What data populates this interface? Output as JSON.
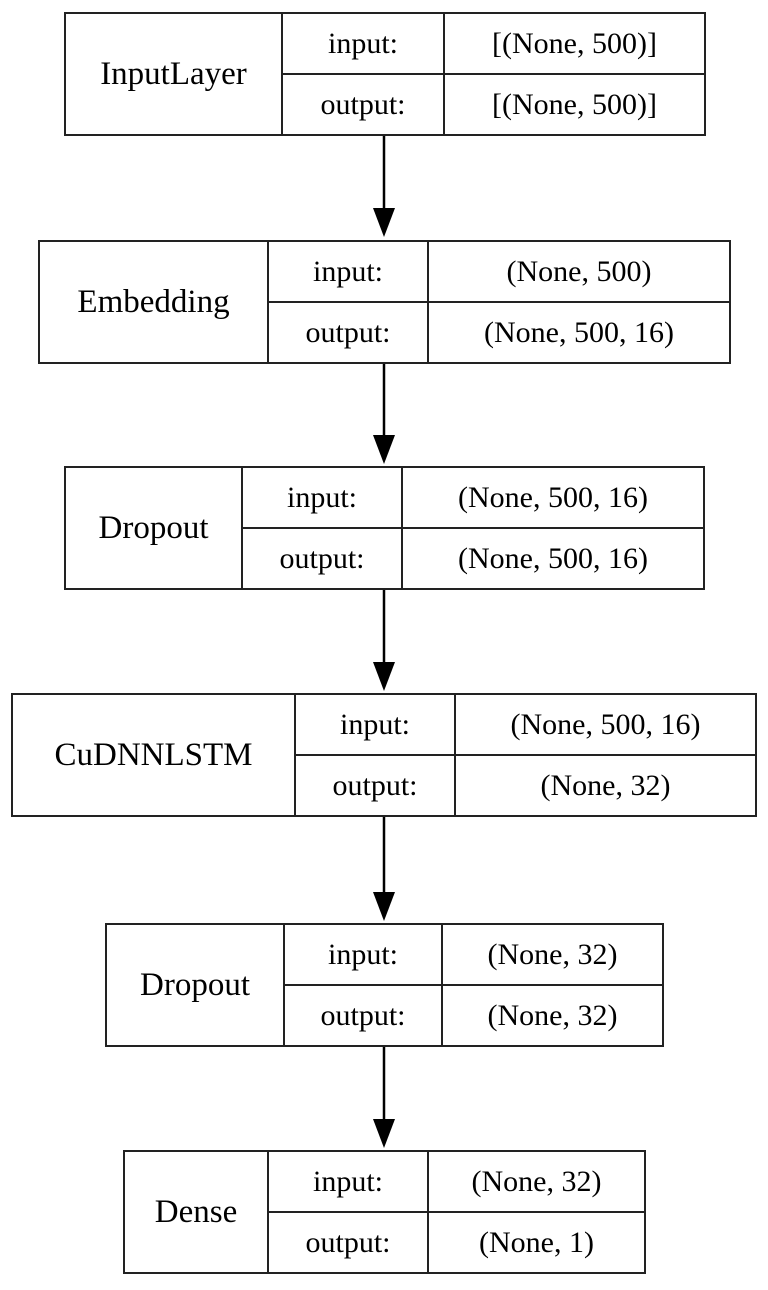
{
  "layers": [
    {
      "name": "InputLayer",
      "input_label": "input:",
      "output_label": "output:",
      "input": "[(None, 500)]",
      "output": "[(None, 500)]"
    },
    {
      "name": "Embedding",
      "input_label": "input:",
      "output_label": "output:",
      "input": "(None, 500)",
      "output": "(None, 500, 16)"
    },
    {
      "name": "Dropout",
      "input_label": "input:",
      "output_label": "output:",
      "input": "(None, 500, 16)",
      "output": "(None, 500, 16)"
    },
    {
      "name": "CuDNNLSTM",
      "input_label": "input:",
      "output_label": "output:",
      "input": "(None, 500, 16)",
      "output": "(None, 32)"
    },
    {
      "name": "Dropout",
      "input_label": "input:",
      "output_label": "output:",
      "input": "(None, 32)",
      "output": "(None, 32)"
    },
    {
      "name": "Dense",
      "input_label": "input:",
      "output_label": "output:",
      "input": "(None, 32)",
      "output": "(None, 1)"
    }
  ]
}
